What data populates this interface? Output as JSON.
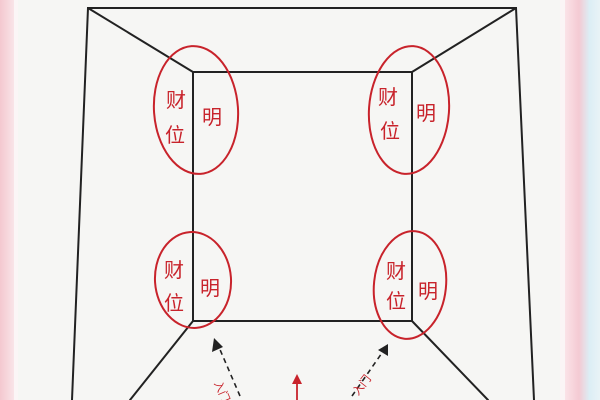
{
  "colors": {
    "ink": "#222222",
    "marker_red": "#c8232b",
    "paper": "#f6f6f4"
  },
  "corners": {
    "top_left": {
      "cai": "财",
      "wei": "位",
      "ming": "明"
    },
    "top_right": {
      "cai": "财",
      "wei": "位",
      "ming": "明"
    },
    "bottom_left": {
      "cai": "财",
      "wei": "位",
      "ming": "明"
    },
    "bottom_right": {
      "cai": "财",
      "wei": "位",
      "ming": "明"
    }
  },
  "entrances": {
    "left": "入门",
    "right": "入门"
  }
}
